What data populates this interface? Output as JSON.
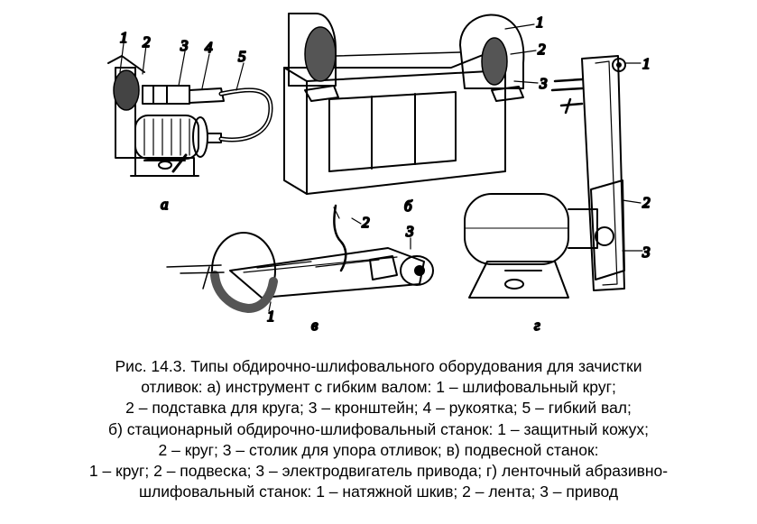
{
  "figure": {
    "panel_labels": {
      "a": "а",
      "b": "б",
      "v": "в",
      "g": "г"
    },
    "panel_a_callouts": [
      "1",
      "2",
      "3",
      "4",
      "5"
    ],
    "panel_b_callouts": [
      "1",
      "2",
      "3"
    ],
    "panel_v_callouts": [
      "1",
      "2",
      "3"
    ],
    "panel_g_callouts": [
      "1",
      "2",
      "3"
    ]
  },
  "caption": {
    "lines": [
      "Рис. 14.3. Типы обдирочно-шлифовального оборудования для зачистки",
      "отливок: а) инструмент с гибким валом: 1 – шлифовальный круг;",
      "2 – подставка для круга; 3 – кронштейн; 4 – рукоятка; 5 – гибкий вал;",
      "б) стационарный обдирочно-шлифовальный станок: 1 – защитный кожух;",
      "2 – круг; 3 – столик для упора отливок; в) подвесной станок:",
      "1 – круг; 2 – подвеска; 3 – электродвигатель привода; г) ленточный абразивно-",
      "шлифовальный станок: 1 – натяжной шкив; 2 – лента; 3 – привод"
    ]
  }
}
